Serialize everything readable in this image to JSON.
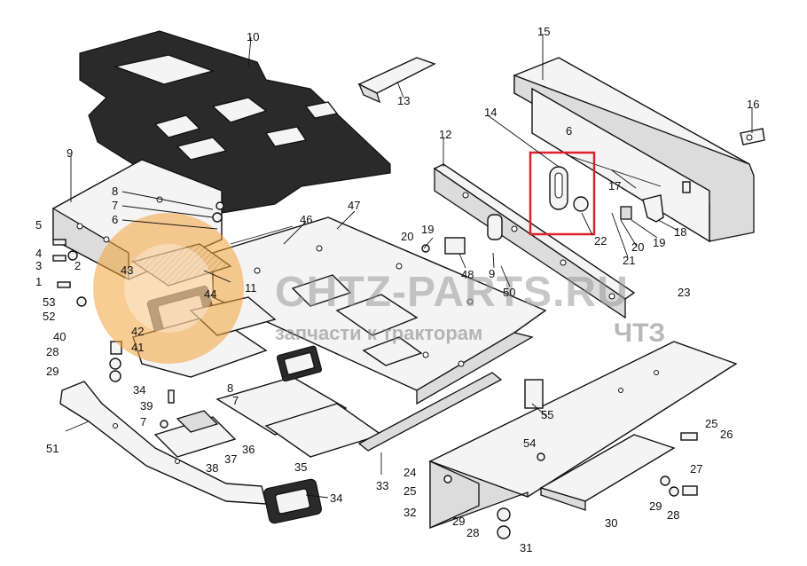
{
  "watermark": {
    "main": "CHTZ-PARTS.RU",
    "sub": "запчасти к тракторам",
    "brand": "ЧТЗ"
  },
  "colors": {
    "highlight": "#e0202a",
    "gear": "#f2a23a"
  },
  "callouts": {
    "c1": "1",
    "c2": "2",
    "c3": "3",
    "c4": "4",
    "c5": "5",
    "c6a": "6",
    "c6b": "6",
    "c7a": "7",
    "c7b": "7",
    "c8a": "8",
    "c8b": "8",
    "c9a": "9",
    "c9b": "9",
    "c10": "10",
    "c11": "11",
    "c12": "12",
    "c13": "13",
    "c14": "14",
    "c15": "15",
    "c16": "16",
    "c17": "17",
    "c18": "18",
    "c19a": "19",
    "c19b": "19",
    "c20a": "20",
    "c20b": "20",
    "c21": "21",
    "c22": "22",
    "c23": "23",
    "c24": "24",
    "c25a": "25",
    "c25b": "25",
    "c26": "26",
    "c27": "27",
    "c28a": "28",
    "c28b": "28",
    "c28c": "28",
    "c29a": "29",
    "c29b": "29",
    "c29c": "29",
    "c30": "30",
    "c31": "31",
    "c32": "32",
    "c33": "33",
    "c34a": "34",
    "c34b": "34",
    "c35": "35",
    "c36": "36",
    "c37": "37",
    "c38": "38",
    "c39": "39",
    "c40": "40",
    "c41": "41",
    "c42": "42",
    "c43": "43",
    "c44": "44",
    "c46": "46",
    "c47": "47",
    "c48": "48",
    "c50": "50",
    "c51": "51",
    "c52": "52",
    "c53": "53",
    "c54": "54",
    "c55": "55"
  }
}
